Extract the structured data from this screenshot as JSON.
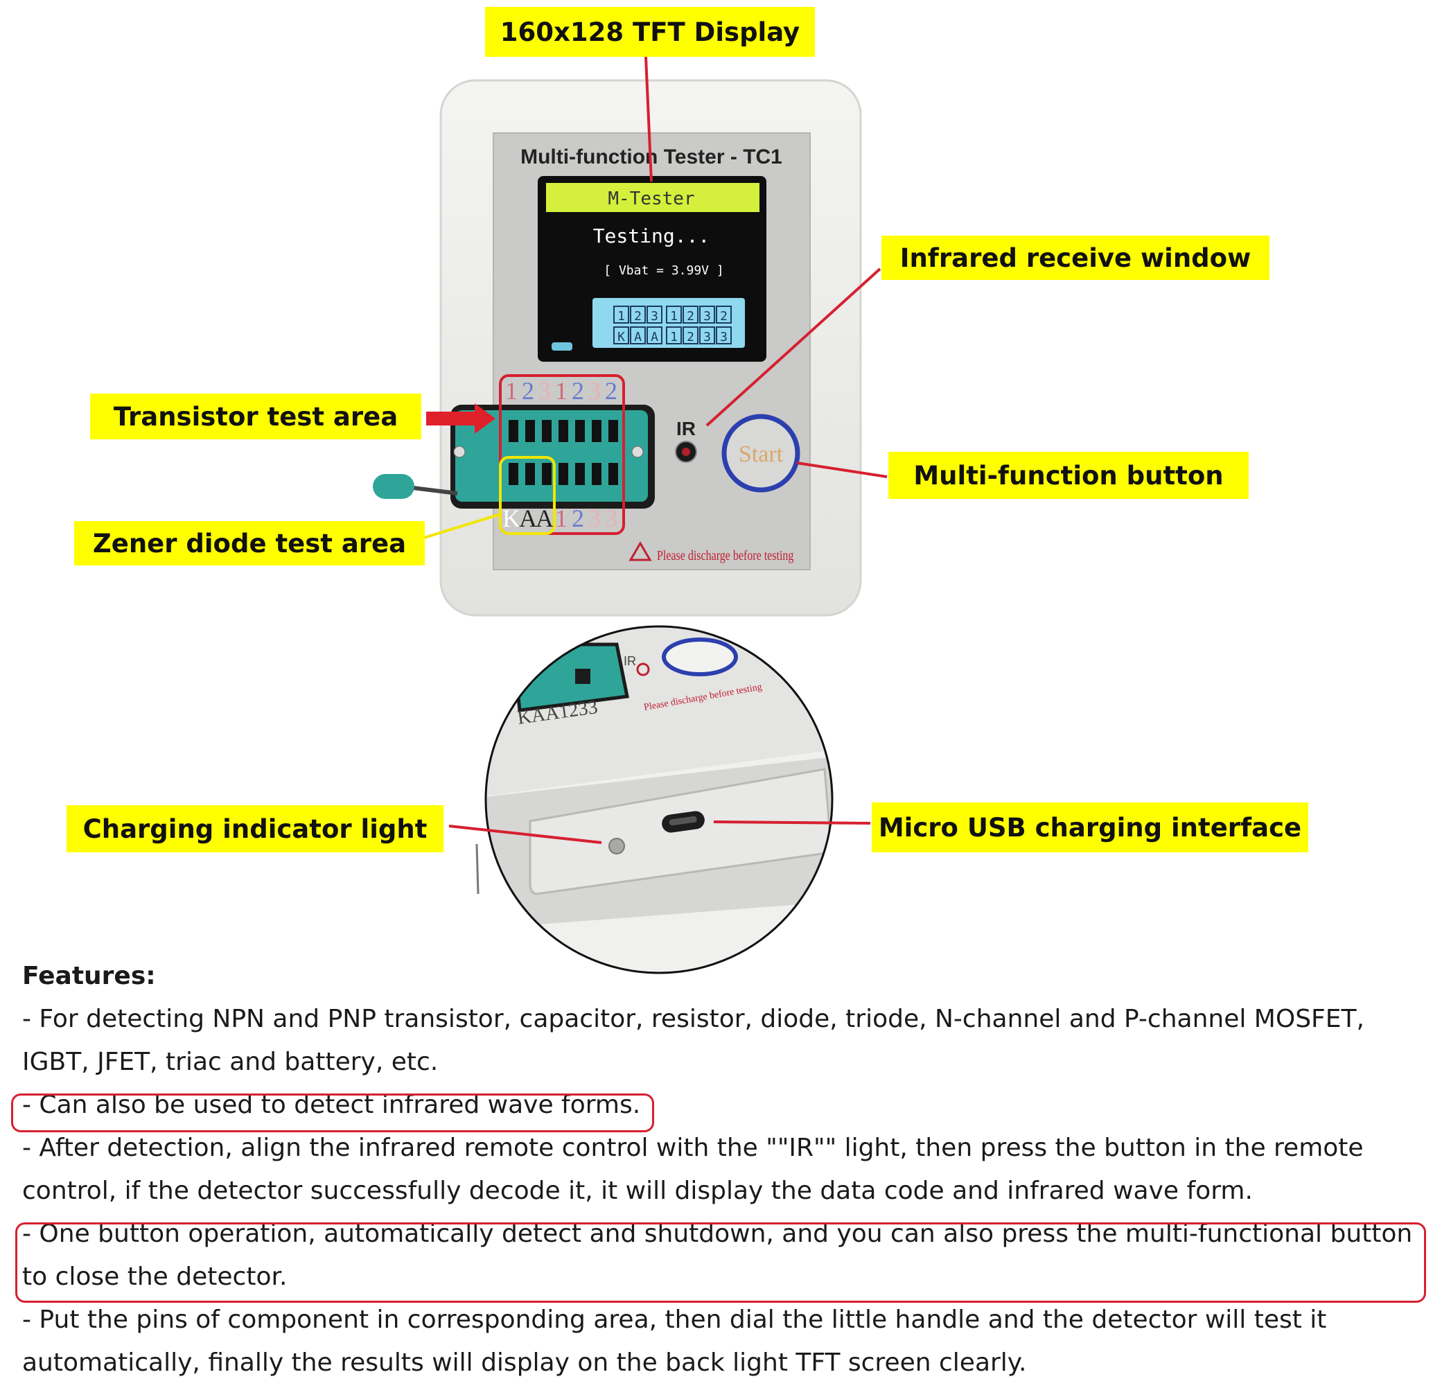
{
  "callouts": {
    "display": "160x128 TFT Display",
    "infrared": "Infrared receive window",
    "transistor": "Transistor test area",
    "button": "Multi-function button",
    "zener": "Zener diode test area",
    "charging_light": "Charging indicator light",
    "usb": "Micro USB charging interface"
  },
  "device": {
    "title": "Multi-function Tester - TC1",
    "screen_header": "M-Tester",
    "screen_status": "Testing...",
    "screen_vbat": "[ Vbat = 3.99V ]",
    "pin_row_top": [
      "1",
      "2",
      "3",
      "1",
      "2",
      "3",
      "2"
    ],
    "pin_row_bottom": [
      "K",
      "A",
      "A",
      "1",
      "2",
      "3",
      "3"
    ],
    "socket_top_labels": [
      "1",
      "2",
      "3",
      "1",
      "2",
      "3",
      "2"
    ],
    "socket_bottom_labels": [
      "K",
      "A",
      "A",
      "1",
      "2",
      "3",
      "3"
    ],
    "ir_label": "IR",
    "start_label": "Start",
    "warning": "Please discharge before testing",
    "zoom_ir_label": "IR",
    "zoom_pins": "KAA1233",
    "zoom_warning": "Please discharge before testing"
  },
  "features": {
    "title": "Features:",
    "lines": [
      "- For detecting NPN and PNP transistor, capacitor, resistor, diode, triode, N-channel and P-channel MOSFET,",
      "IGBT, JFET, triac and battery, etc.",
      "- Can also be used to detect infrared wave forms.",
      "- After detection, align the infrared remote control with the \"\"IR\"\" light, then press the button in the remote",
      "control, if the detector successfully decode it, it will display the data code and infrared wave form.",
      "- One button operation, automatically detect and shutdown, and you can also press the multi-functional button",
      "to close the detector.",
      "- Put the pins of component in corresponding area, then dial the little handle and the detector will test it",
      "automatically, finally the results will display on the back light TFT screen clearly."
    ]
  },
  "colors": {
    "callout": "#ffff00",
    "leader_red": "#d62030",
    "leader_yellow": "#f2e600",
    "case": "#ededeb",
    "faceplate": "#c9c9c7",
    "screen": "#0d0d0d",
    "lcd_green": "#d4f03c",
    "lcd_blue": "#8fd8ee",
    "socket": "#2fa59a",
    "button_ring": "#2c3fae"
  }
}
